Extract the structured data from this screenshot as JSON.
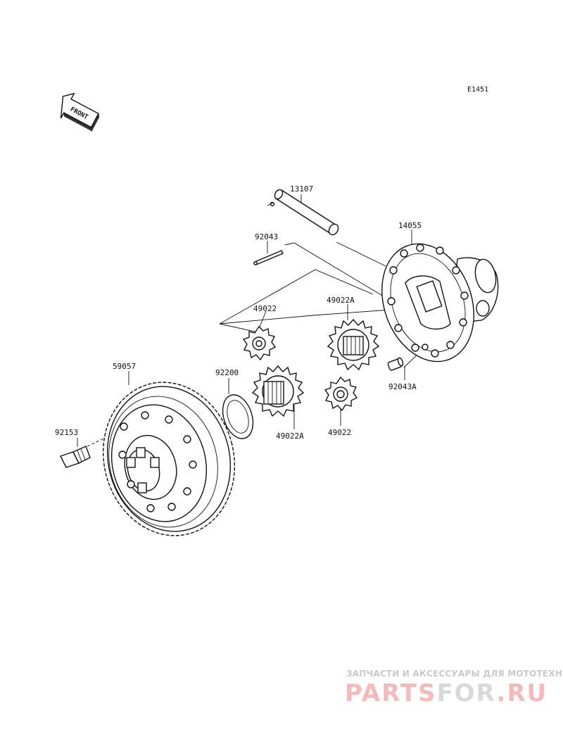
{
  "diagram": {
    "code": "E1451",
    "direction_label": "FRONT",
    "parts": [
      {
        "id": "shaft",
        "label": "13107"
      },
      {
        "id": "housing",
        "label": "14055"
      },
      {
        "id": "pin",
        "label": "92043"
      },
      {
        "id": "pinion-gear-a",
        "label": "49022"
      },
      {
        "id": "side-gear-a",
        "label": "49022A"
      },
      {
        "id": "washer",
        "label": "92200"
      },
      {
        "id": "side-gear-b",
        "label": "49022A"
      },
      {
        "id": "pinion-gear-b",
        "label": "49022"
      },
      {
        "id": "dowel",
        "label": "92043A"
      },
      {
        "id": "ring-gear",
        "label": "59057"
      },
      {
        "id": "bolt",
        "label": "92153"
      }
    ]
  },
  "watermark": {
    "tagline": "ЗАПЧАСТИ И АКСЕССУАРЫ ДЛЯ МОТОТЕХНИКИ",
    "logo_part1": "PARTS",
    "logo_part2": "FOR",
    "logo_part3": ".RU"
  }
}
